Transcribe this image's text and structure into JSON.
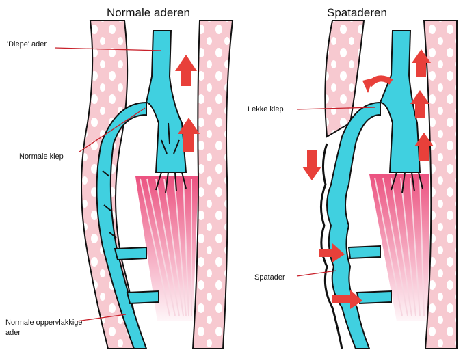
{
  "panels": {
    "left": {
      "title": "Normale aderen",
      "labels": {
        "deep_vein": "'Diepe' ader",
        "normal_valve": "Normale klep",
        "superficial_vein_line1": "Normale oppervlakkige",
        "superficial_vein_line2": "ader"
      }
    },
    "right": {
      "title": "Spataderen",
      "labels": {
        "leaky_valve": "Lekke klep",
        "varicose_vein": "Spatader"
      }
    }
  },
  "colors": {
    "vein": "#40d0e0",
    "skin": "#f7c9d0",
    "muscle": "#e8346a",
    "flow_arrow": "#e8403a",
    "outline": "#111111",
    "leader_line": "#c8202a"
  }
}
